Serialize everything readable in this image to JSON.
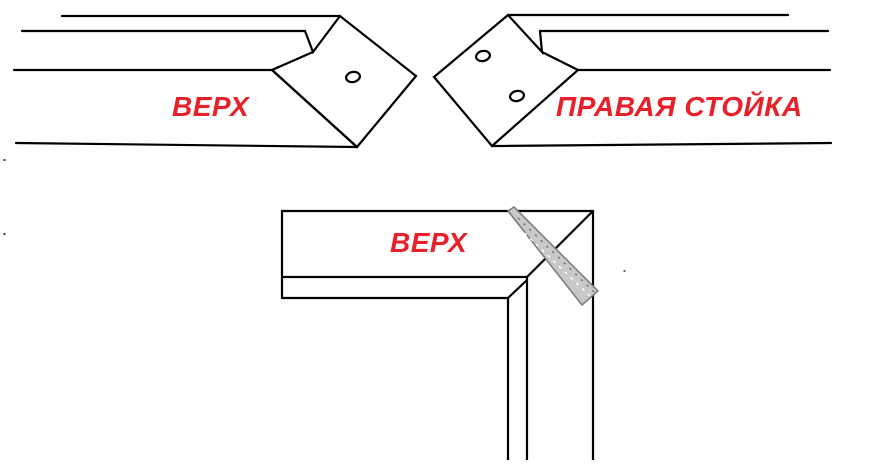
{
  "labels": {
    "top_left": "ВЕРХ",
    "top_right": "ПРАВАЯ СТОЙКА",
    "bottom": "ВЕРХ"
  },
  "colors": {
    "label": "#e8202a",
    "line": "#000000",
    "screw": "#8a8a8a"
  }
}
